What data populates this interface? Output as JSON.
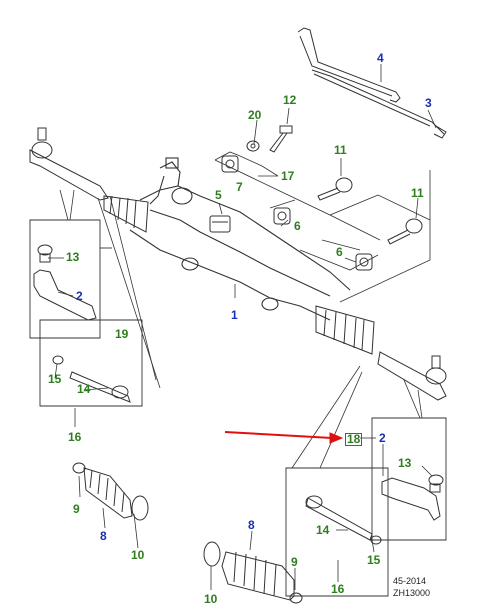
{
  "footer": {
    "code1": "45-2014",
    "code2": "ZH13000"
  },
  "colors": {
    "green": "#2e7d1e",
    "blue": "#1a2fb0",
    "arrow": "#e01010",
    "line": "#333333"
  },
  "labels": {
    "l4": "4",
    "l3": "3",
    "l12": "12",
    "l20": "20",
    "l11a": "11",
    "l11b": "11",
    "l17": "17",
    "l5": "5",
    "l7": "7",
    "l6a": "6",
    "l6b": "6",
    "l13a": "13",
    "l2a": "2",
    "l1": "1",
    "l19": "19",
    "l15a": "15",
    "l14a": "14",
    "l16a": "16",
    "l18": "18",
    "l2b": "2",
    "l13b": "13",
    "l9a": "9",
    "l8a": "8",
    "l10a": "10",
    "l14b": "14",
    "l15b": "15",
    "l16b": "16",
    "l8b": "8",
    "l9b": "9",
    "l10b": "10"
  }
}
